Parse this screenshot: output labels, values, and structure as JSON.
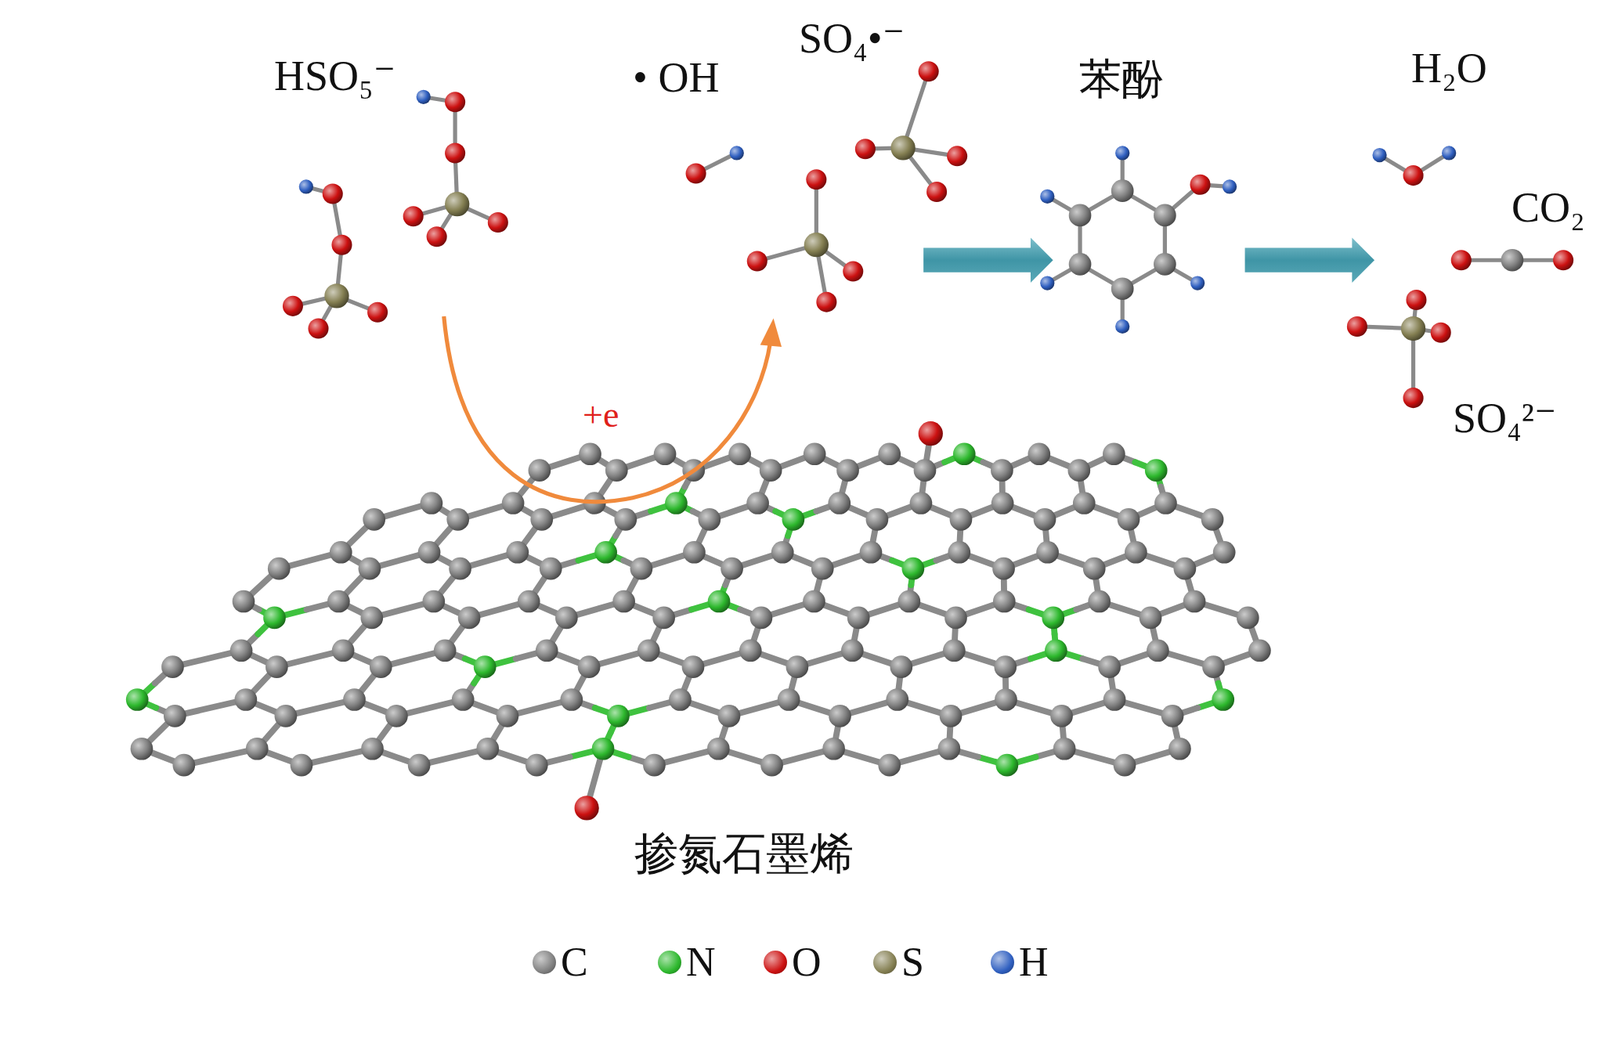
{
  "diagram": {
    "labels": [
      "HSO₅⁻",
      "• OH",
      "SO₄•⁻",
      "苯酚",
      "H₂O",
      "CO₂",
      "SO₄²⁻",
      "+e",
      "掺氮石墨烯"
    ],
    "legend": [
      {
        "text": "C",
        "color": "#808080"
      },
      {
        "text": "N",
        "color": "#2db82d"
      },
      {
        "text": "O",
        "color": "#cc1111"
      },
      {
        "text": "S",
        "color": "#847f52"
      },
      {
        "text": "H",
        "color": "#2f5fc0"
      }
    ]
  }
}
